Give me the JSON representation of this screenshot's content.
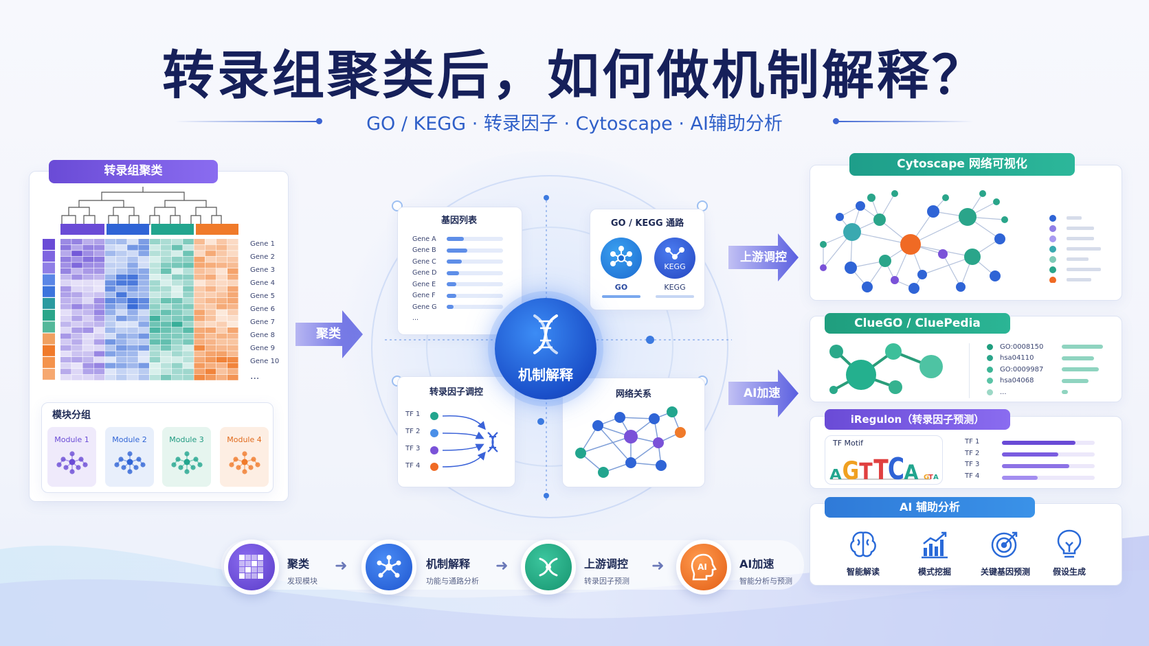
{
  "title": "转录组聚类后，如何做机制解释？",
  "subtitle": "GO / KEGG · 转录因子 · Cytoscape · AI辅助分析",
  "colors": {
    "purple": "#6a4bd6",
    "blue": "#2f64d6",
    "teal": "#22a58e",
    "orange": "#f07a2a",
    "navy": "#16205a"
  },
  "left": {
    "header": "转录组聚类",
    "genes": [
      "Gene 1",
      "Gene 2",
      "Gene 3",
      "Gene 4",
      "Gene 5",
      "Gene 6",
      "Gene 7",
      "Gene 8",
      "Gene 9",
      "Gene 10",
      "..."
    ],
    "modules_title": "模块分组",
    "modules": [
      "Module 1",
      "Module 2",
      "Module 3",
      "Module 4"
    ]
  },
  "arrows": {
    "cluster": "聚类",
    "upstream": "上游调控",
    "ai": "AI加速"
  },
  "center": {
    "core": "机制解释",
    "genelist": {
      "title": "基因列表",
      "genes": [
        "Gene A",
        "Gene B",
        "Gene C",
        "Gene D",
        "Gene E",
        "Gene F",
        "Gene G",
        "..."
      ]
    },
    "gokegg": {
      "title": "GO / KEGG 通路",
      "go": "GO",
      "kegg": "KEGG",
      "go_icon": "GO",
      "kegg_icon": "KEGG"
    },
    "tf": {
      "title": "转录因子调控",
      "tfs": [
        "TF 1",
        "TF 2",
        "TF 3",
        "TF 4"
      ]
    },
    "network": {
      "title": "网络关系"
    }
  },
  "right": {
    "cytoscape": {
      "header": "Cytoscape 网络可视化"
    },
    "cluego": {
      "header": "ClueGO / CluePedia",
      "terms": [
        "GO:0008150",
        "hsa04110",
        "GO:0009987",
        "hsa04068",
        "..."
      ]
    },
    "iregulon": {
      "header": "iRegulon（转录因子预测）",
      "motif_label": "TF Motif",
      "motif_seq": "AGTTCA",
      "tfs": [
        "TF 1",
        "TF 2",
        "TF 3",
        "TF 4"
      ]
    },
    "ai": {
      "header": "AI 辅助分析",
      "items": [
        {
          "icon": "brain-icon",
          "label": "智能解读"
        },
        {
          "icon": "bar-chart-icon",
          "label": "模式挖掘"
        },
        {
          "icon": "target-icon",
          "label": "关键基因预测"
        },
        {
          "icon": "lightbulb-icon",
          "label": "假设生成"
        }
      ]
    }
  },
  "flow": [
    {
      "icon": "grid-icon",
      "title": "聚类",
      "sub": "发现模块",
      "color": "#6a4bd6"
    },
    {
      "icon": "network-icon",
      "title": "机制解释",
      "sub": "功能与通路分析",
      "color": "#2f64d6"
    },
    {
      "icon": "dna-icon",
      "title": "上游调控",
      "sub": "转录因子预测",
      "color": "#22a58e"
    },
    {
      "icon": "ai-head-icon",
      "title": "AI加速",
      "sub": "智能分析与预测",
      "color": "#f07a2a",
      "glyph": "AI"
    }
  ]
}
